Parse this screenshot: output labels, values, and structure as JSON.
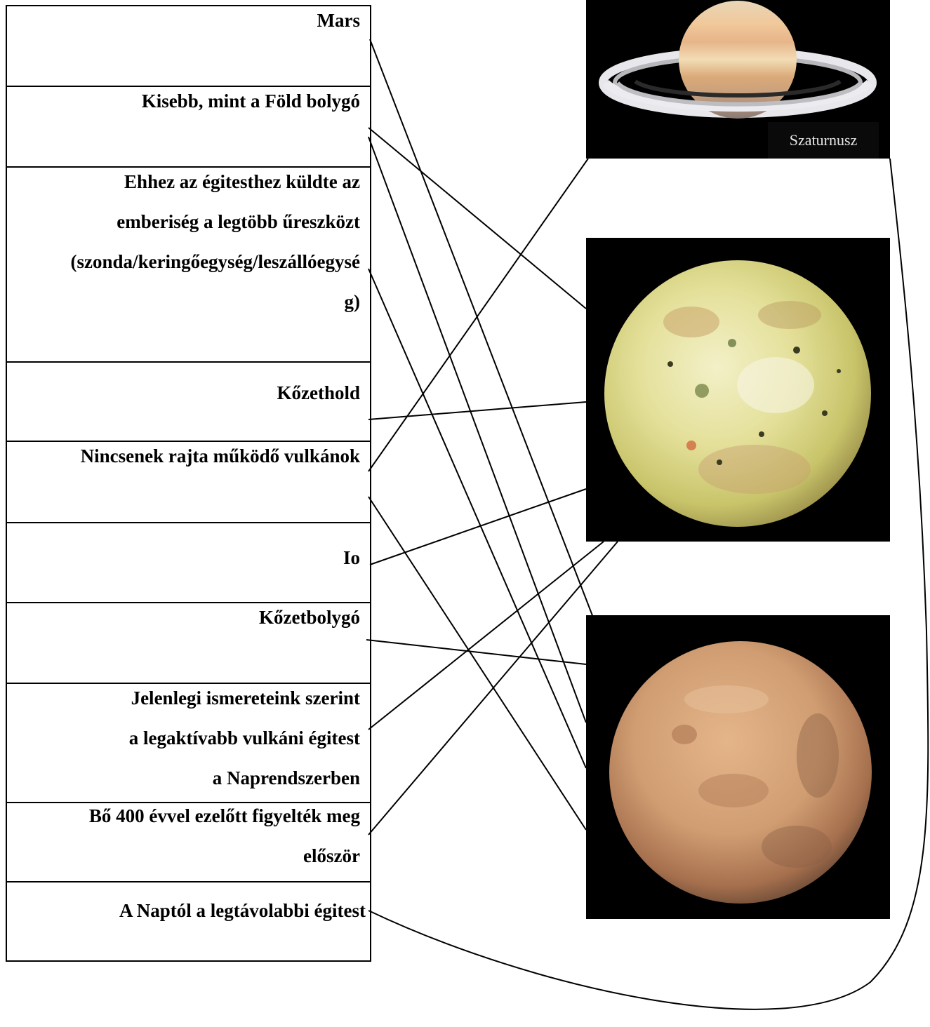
{
  "rows": [
    {
      "label": "Mars"
    },
    {
      "label": "Kisebb, mint a Föld bolygó"
    },
    {
      "label": "Ehhez az égitesthez küldte az\nemberiség a legtöbb űreszközt\n(szonda/keringőegység/leszállóegysé\ng)"
    },
    {
      "label": "Kőzethold"
    },
    {
      "label": "Nincsenek rajta működő vulkánok"
    },
    {
      "label": "Io"
    },
    {
      "label": "Kőzetbolygó"
    },
    {
      "label": "Jelenlegi ismereteink szerint\na legaktívabb vulkáni égitest\na Naprendszerben"
    },
    {
      "label": "Bő 400 évvel ezelőtt figyelték meg\nelőször"
    },
    {
      "label": "A Naptól a legtávolabbi égitest"
    }
  ],
  "images": {
    "saturn": {
      "caption": "Szaturnusz",
      "icon": "saturn-photo"
    },
    "io": {
      "icon": "io-moon-photo"
    },
    "mars": {
      "icon": "mars-planet-photo"
    }
  },
  "colors": {
    "line": "#000000",
    "background": "#000000"
  }
}
